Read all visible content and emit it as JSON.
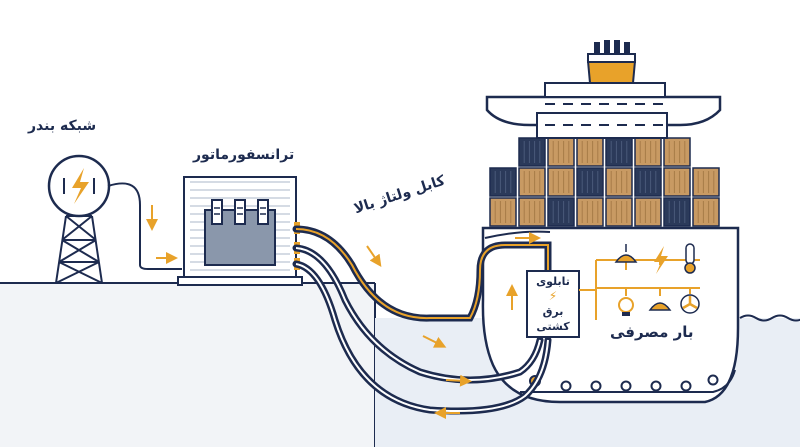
{
  "labels": {
    "grid": "شبکه بندر",
    "transformer": "ترانسفورماتور",
    "cable": "کابل ولتاژ بالا",
    "panel_line1": "تابلوی",
    "panel_line2": "برق",
    "panel_line3": "کشتی",
    "load": "بار مصرفی"
  },
  "icons": [
    "lightning-icon",
    "lamp-icon",
    "thermometer-icon",
    "fan-icon",
    "arrow-icon"
  ],
  "colors": {
    "navy": "#1d2b4f",
    "orange": "#e8a22a",
    "container_brown": "#c89a63",
    "container_navy": "#2b3a5a",
    "sea": "#e9eef5",
    "ground": "#f2f4f7"
  }
}
